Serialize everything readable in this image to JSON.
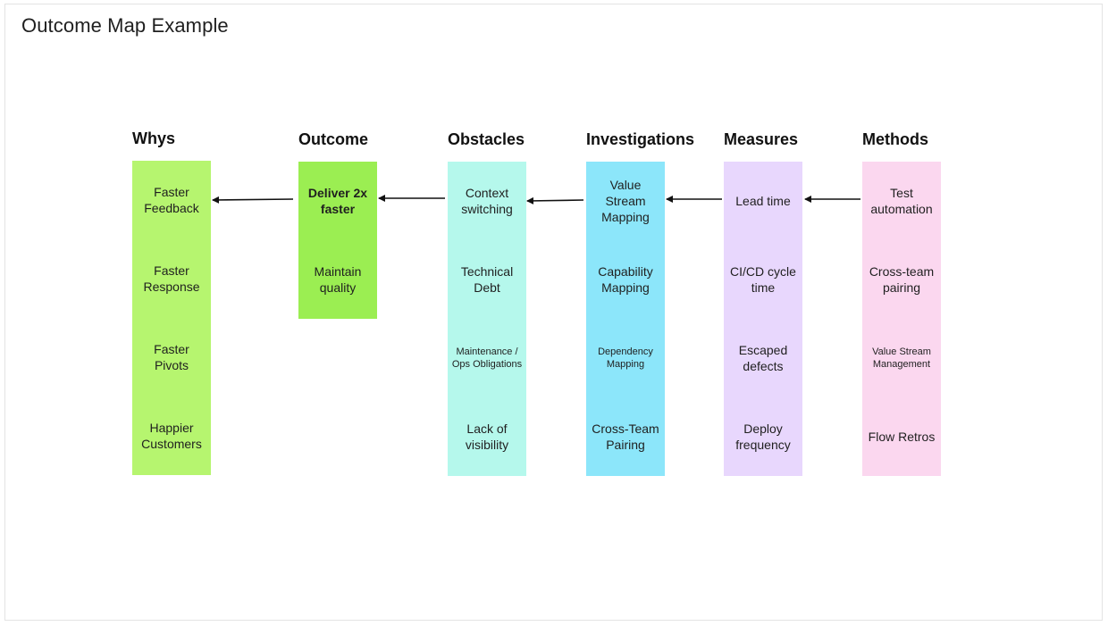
{
  "title": "Outcome Map Example",
  "columns": [
    {
      "header": "Whys",
      "color": "#b6f56f",
      "notes": [
        "Faster Feedback",
        "Faster Response",
        "Faster Pivots",
        "Happier Customers"
      ]
    },
    {
      "header": "Outcome",
      "color": "#9bee52",
      "notes": [
        "Deliver 2x faster",
        "Maintain quality"
      ]
    },
    {
      "header": "Obstacles",
      "color": "#b5f8ec",
      "notes": [
        "Context switching",
        "Technical Debt",
        "Maintenance / Ops Obligations",
        "Lack of visibility"
      ]
    },
    {
      "header": "Investigations",
      "color": "#8ce6fa",
      "notes": [
        "Value Stream Mapping",
        "Capability Mapping",
        "Dependency Mapping",
        "Cross-Team Pairing"
      ]
    },
    {
      "header": "Measures",
      "color": "#e8d7fd",
      "notes": [
        "Lead time",
        "CI/CD cycle time",
        "Escaped defects",
        "Deploy frequency"
      ]
    },
    {
      "header": "Methods",
      "color": "#fbd7ef",
      "notes": [
        "Test automation",
        "Cross-team pairing",
        "Value Stream Management",
        "Flow Retros"
      ]
    }
  ]
}
